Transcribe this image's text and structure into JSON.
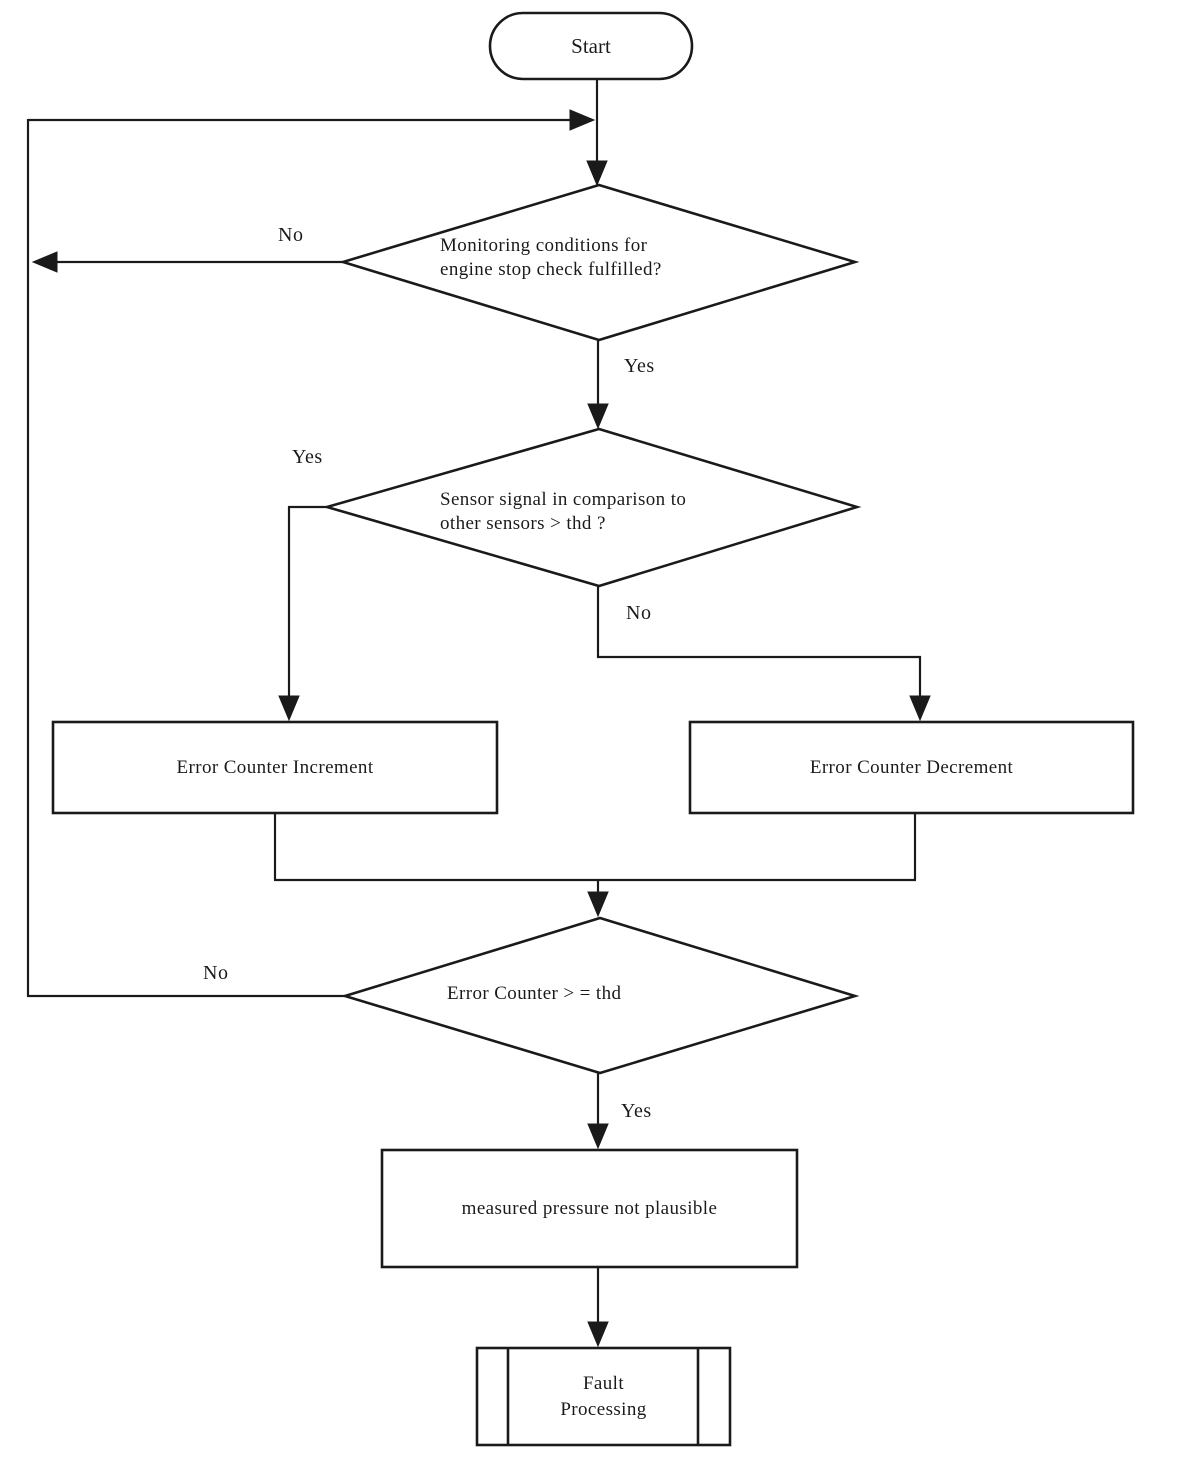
{
  "diagram": {
    "type": "flowchart",
    "nodes": {
      "start": {
        "shape": "terminator",
        "label": "Start"
      },
      "decision_monitoring": {
        "shape": "decision",
        "line1": "Monitoring conditions for",
        "line2": "engine stop check fulfilled?"
      },
      "decision_sensor": {
        "shape": "decision",
        "line1": "Sensor signal in comparison to",
        "line2": "other sensors > thd ?"
      },
      "process_increment": {
        "shape": "process",
        "label": "Error Counter Increment"
      },
      "process_decrement": {
        "shape": "process",
        "label": "Error Counter Decrement"
      },
      "decision_counter": {
        "shape": "decision",
        "label": "Error Counter > = thd"
      },
      "process_not_plausible": {
        "shape": "process",
        "label": "measured pressure not plausible"
      },
      "predefined_fault": {
        "shape": "predefined-process",
        "line1": "Fault",
        "line2": "Processing"
      }
    },
    "edge_labels": {
      "no_monitoring": "No",
      "yes_monitoring": "Yes",
      "yes_sensor": "Yes",
      "no_sensor": "No",
      "no_counter": "No",
      "yes_counter": "Yes"
    },
    "colors": {
      "ink": "#1f1f1f",
      "background": "#ffffff"
    }
  }
}
